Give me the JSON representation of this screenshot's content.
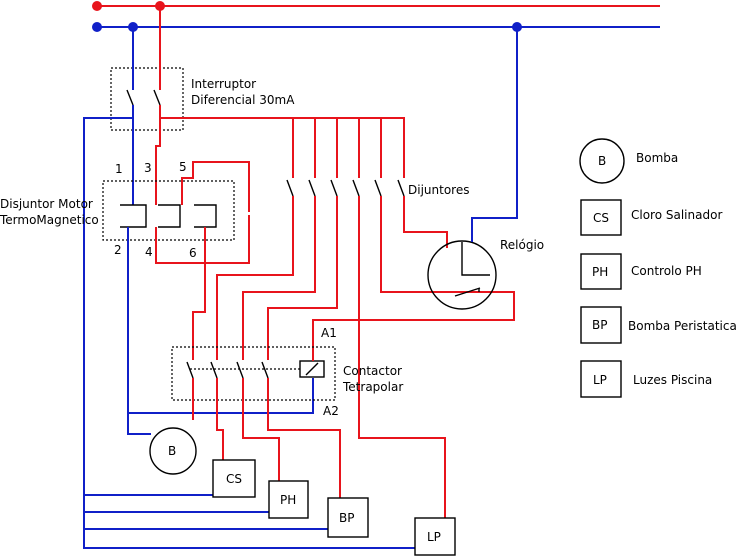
{
  "colors": {
    "phase": "#e8141c",
    "neutral": "#1020c8",
    "line": "#000000"
  },
  "labels": {
    "rcd_line1": "Interruptor",
    "rcd_line2": "Diferencial 30mA",
    "breaker_line1": "Disjuntor Motor",
    "breaker_line2": "TermoMagnetico",
    "breakers": "Dijuntores",
    "clock": "Relógio",
    "contactor_line1": "Contactor",
    "contactor_line2": "Tetrapolar",
    "a1": "A1",
    "a2": "A2",
    "t1": "1",
    "t2": "2",
    "t3": "3",
    "t4": "4",
    "t5": "5",
    "t6": "6"
  },
  "loads": {
    "b": "B",
    "cs": "CS",
    "ph": "PH",
    "bp": "BP",
    "lp": "LP"
  },
  "legend": [
    {
      "code": "B",
      "text": "Bomba"
    },
    {
      "code": "CS",
      "text": "Cloro Salinador"
    },
    {
      "code": "PH",
      "text": "Controlo PH"
    },
    {
      "code": "BP",
      "text": "Bomba Peristatica"
    },
    {
      "code": "LP",
      "text": "Luzes Piscina"
    }
  ]
}
